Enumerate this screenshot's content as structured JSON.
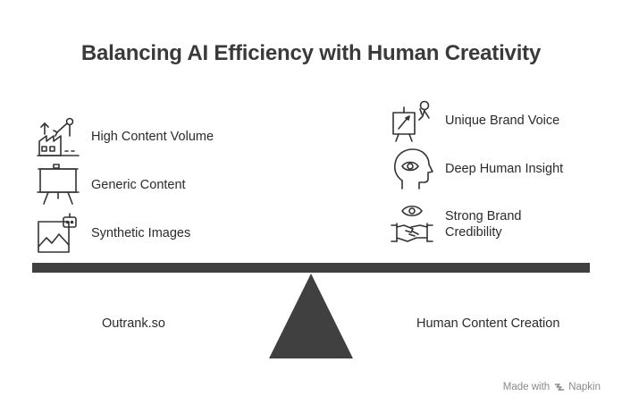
{
  "title": "Balancing AI Efficiency with Human Creativity",
  "left_side": {
    "label": "Outrank.so",
    "items": [
      {
        "label": "High Content Volume",
        "icon": "factory-robot-arm-icon"
      },
      {
        "label": "Generic Content",
        "icon": "presentation-board-icon"
      },
      {
        "label": "Synthetic Images",
        "icon": "robot-image-icon"
      }
    ]
  },
  "right_side": {
    "label": "Human Content Creation",
    "items": [
      {
        "label": "Unique Brand Voice",
        "icon": "artist-canvas-icon"
      },
      {
        "label": "Deep Human Insight",
        "icon": "head-eye-icon"
      },
      {
        "label_line1": "Strong Brand",
        "label_line2": "Credibility",
        "icon": "handshake-eye-icon"
      }
    ]
  },
  "footer": {
    "prefix": "Made with",
    "brand": "Napkin"
  },
  "colors": {
    "beam": "#404040",
    "fulcrum": "#404040",
    "text": "#2b2b2b"
  }
}
